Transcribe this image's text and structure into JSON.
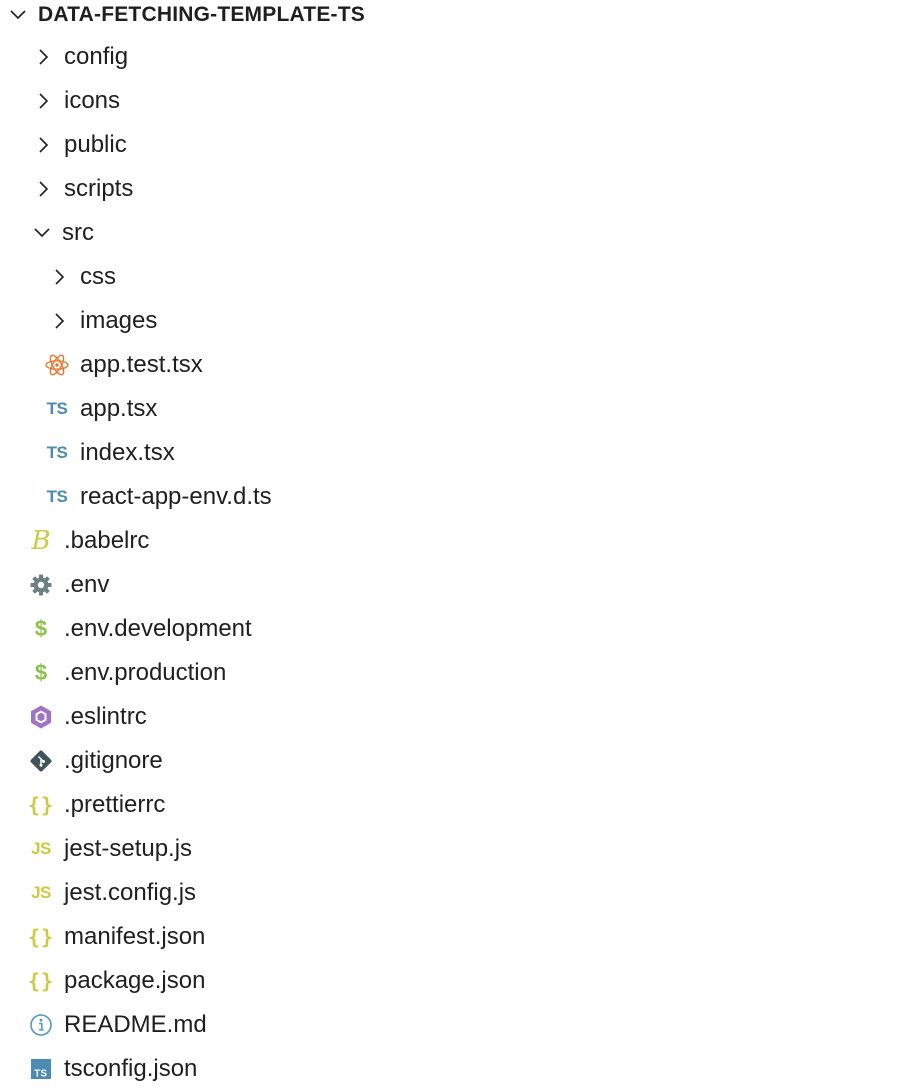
{
  "explorer": {
    "root": {
      "label": "DATA-FETCHING-TEMPLATE-TS",
      "expanded": true
    },
    "items": [
      {
        "label": "config",
        "type": "folder",
        "expanded": false,
        "depth": 1
      },
      {
        "label": "icons",
        "type": "folder",
        "expanded": false,
        "depth": 1
      },
      {
        "label": "public",
        "type": "folder",
        "expanded": false,
        "depth": 1
      },
      {
        "label": "scripts",
        "type": "folder",
        "expanded": false,
        "depth": 1
      },
      {
        "label": "src",
        "type": "folder",
        "expanded": true,
        "depth": 1
      },
      {
        "label": "css",
        "type": "folder",
        "expanded": false,
        "depth": 2
      },
      {
        "label": "images",
        "type": "folder",
        "expanded": false,
        "depth": 2
      },
      {
        "label": "app.test.tsx",
        "type": "file",
        "icon": "react-icon",
        "depth": 2
      },
      {
        "label": "app.tsx",
        "type": "file",
        "icon": "typescript-icon",
        "icon_text": "TS",
        "depth": 2
      },
      {
        "label": "index.tsx",
        "type": "file",
        "icon": "typescript-icon",
        "icon_text": "TS",
        "depth": 2
      },
      {
        "label": "react-app-env.d.ts",
        "type": "file",
        "icon": "typescript-icon",
        "icon_text": "TS",
        "depth": 2
      },
      {
        "label": ".babelrc",
        "type": "file",
        "icon": "babel-icon",
        "icon_text": "B",
        "depth": 1
      },
      {
        "label": ".env",
        "type": "file",
        "icon": "gear-icon",
        "depth": 1
      },
      {
        "label": ".env.development",
        "type": "file",
        "icon": "dollar-icon",
        "icon_text": "$",
        "depth": 1
      },
      {
        "label": ".env.production",
        "type": "file",
        "icon": "dollar-icon",
        "icon_text": "$",
        "depth": 1
      },
      {
        "label": ".eslintrc",
        "type": "file",
        "icon": "eslint-icon",
        "depth": 1
      },
      {
        "label": ".gitignore",
        "type": "file",
        "icon": "git-icon",
        "depth": 1
      },
      {
        "label": ".prettierrc",
        "type": "file",
        "icon": "json-braces-icon",
        "icon_text": "{}",
        "depth": 1
      },
      {
        "label": "jest-setup.js",
        "type": "file",
        "icon": "javascript-icon",
        "icon_text": "JS",
        "depth": 1
      },
      {
        "label": "jest.config.js",
        "type": "file",
        "icon": "javascript-icon",
        "icon_text": "JS",
        "depth": 1
      },
      {
        "label": "manifest.json",
        "type": "file",
        "icon": "json-braces-icon",
        "icon_text": "{}",
        "depth": 1
      },
      {
        "label": "package.json",
        "type": "file",
        "icon": "json-braces-icon",
        "icon_text": "{}",
        "depth": 1
      },
      {
        "label": "README.md",
        "type": "file",
        "icon": "info-icon",
        "depth": 1
      },
      {
        "label": "tsconfig.json",
        "type": "file",
        "icon": "tsconfig-icon",
        "icon_text": "TS",
        "depth": 1
      }
    ]
  },
  "colors": {
    "text": "#1f1f1f",
    "typescript": "#4b8cb0",
    "javascript": "#cbcb41",
    "json": "#cbcb41",
    "react": "#e37933",
    "env": "#8dc149",
    "gear": "#6d8086",
    "eslint": "#a074c4",
    "git": "#41535b",
    "info": "#519aba",
    "babel": "#cbcb41"
  }
}
